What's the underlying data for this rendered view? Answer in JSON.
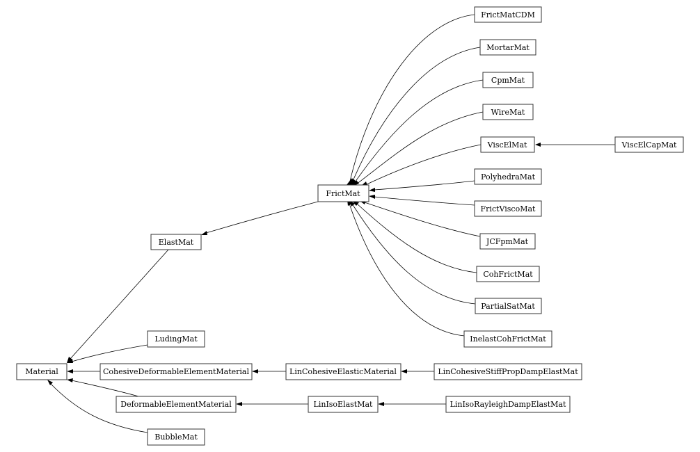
{
  "nodes": {
    "material": "Material",
    "elastmat": "ElastMat",
    "frictmat": "FrictMat",
    "frictmatcdm": "FrictMatCDM",
    "mortarmat": "MortarMat",
    "cpmmat": "CpmMat",
    "wiremat": "WireMat",
    "viscelmat": "ViscElMat",
    "viscelcapmat": "ViscElCapMat",
    "polyhedramat": "PolyhedraMat",
    "frictviscomat": "FrictViscoMat",
    "jcfpmmat": "JCFpmMat",
    "cohfrictmat": "CohFrictMat",
    "partialsatmat": "PartialSatMat",
    "inelastcohfrictmat": "InelastCohFrictMat",
    "ludingmat": "LudingMat",
    "cohesivedeformableelementmaterial": "CohesiveDeformableElementMaterial",
    "lincohesiveelasticmaterial": "LinCohesiveElasticMaterial",
    "lincohesivestiffpropdampelastmat": "LinCohesiveStiffPropDampElastMat",
    "deformableelementmaterial": "DeformableElementMaterial",
    "linisoelastmat": "LinIsoElastMat",
    "linisorayleighdampelastmat": "LinIsoRayleighDampElastMat",
    "bubblemat": "BubbleMat"
  }
}
